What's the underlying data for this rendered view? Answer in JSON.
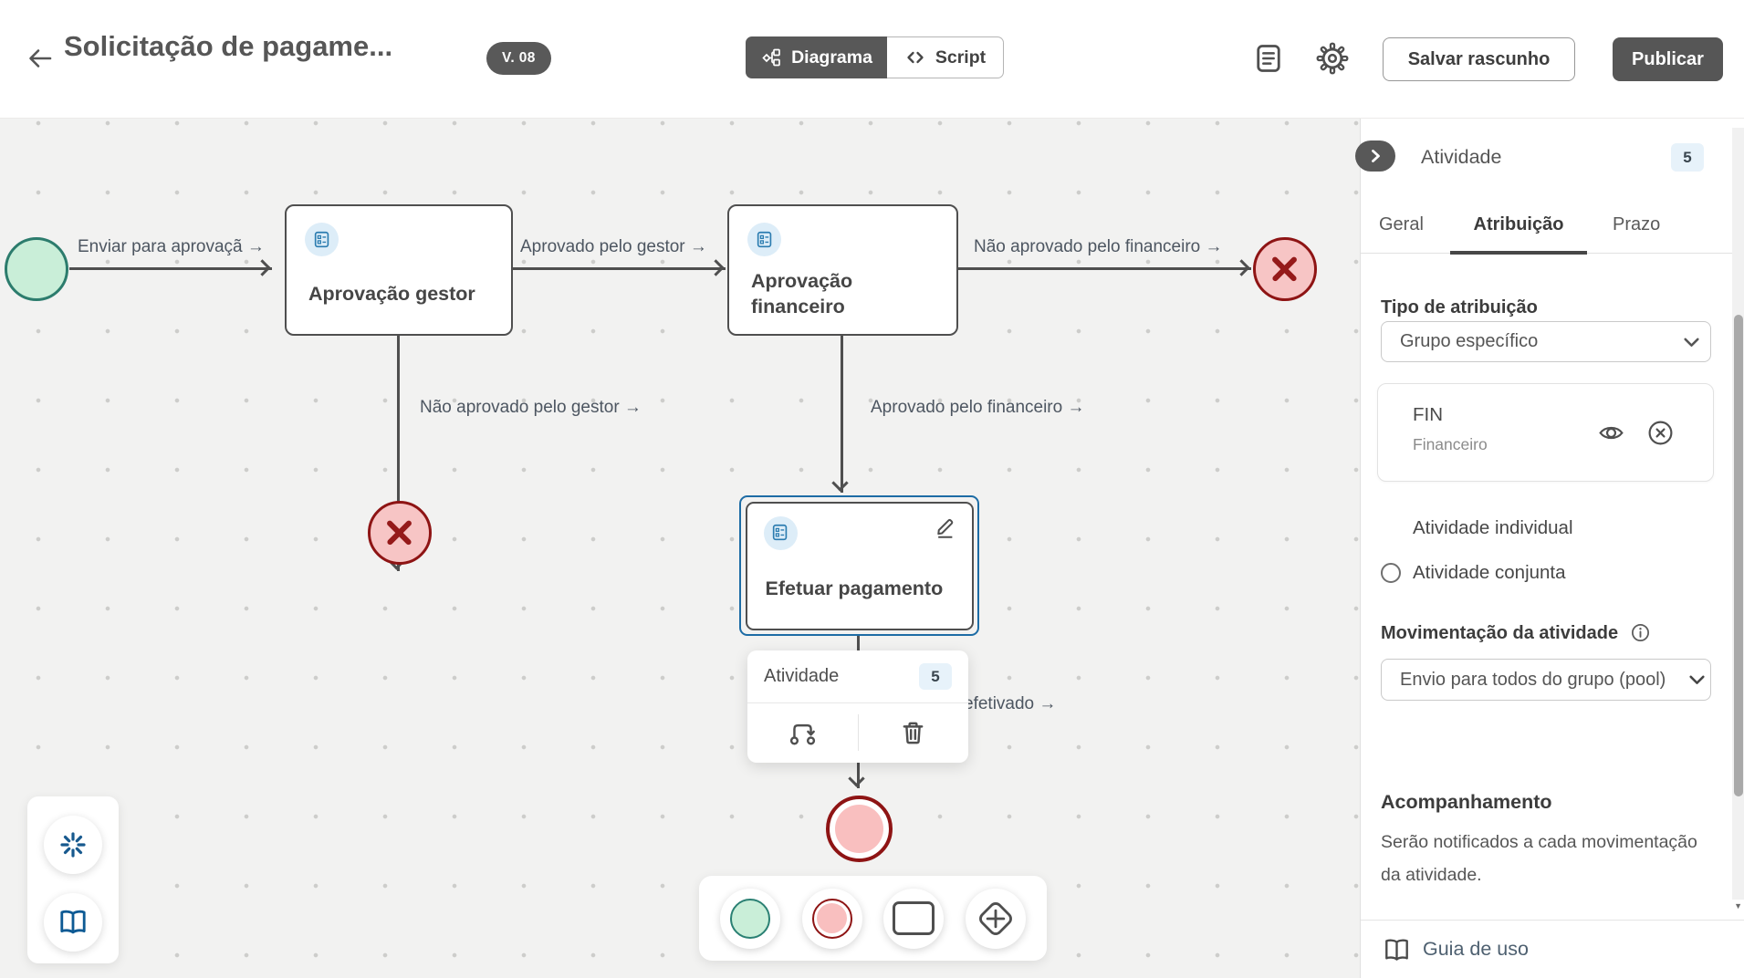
{
  "header": {
    "title": "Solicitação de pagame...",
    "version_badge": "V. 08",
    "diagram_tab": "Diagrama",
    "script_tab": "Script",
    "save_draft_button": "Salvar rascunho",
    "publish_button": "Publicar"
  },
  "canvas": {
    "edge_labels": {
      "send_for_approval": "Enviar para aprovaçã →",
      "approved_by_manager": "Aprovado pelo gestor →",
      "not_approved_by_finance": "Não aprovado pelo financeiro →",
      "not_approved_by_manager": "Não aprovado pelo gestor →",
      "approved_by_finance": "Aprovado pelo financeiro →",
      "payment_done": "efetivado →"
    },
    "nodes": {
      "manager_approval": "Aprovação gestor",
      "finance_approval": "Aprovação financeiro",
      "make_payment": "Efetuar pagamento"
    },
    "popup": {
      "title": "Atividade",
      "badge": "5"
    }
  },
  "sidebar": {
    "title": "Atividade",
    "badge": "5",
    "tabs": [
      {
        "label": "Geral"
      },
      {
        "label": "Atribuição"
      },
      {
        "label": "Prazo"
      }
    ],
    "assignment": {
      "type_label": "Tipo de atribuição",
      "type_value": "Grupo específico",
      "group_code": "FIN",
      "group_name": "Financeiro",
      "individual_option": "Atividade individual",
      "joint_option": "Atividade conjunta",
      "movement_label": "Movimentação da atividade",
      "movement_value": "Envio para todos do grupo (pool)"
    },
    "tracking": {
      "title": "Acompanhamento",
      "description": "Serão notificados a cada movimentação da atividade."
    },
    "guide_label": "Guia de uso"
  },
  "icons": {
    "back": "arrow-left",
    "diagram": "flow-diagram",
    "script": "code-brackets",
    "notes": "document-lines",
    "settings": "gear",
    "node_type": "checklist-form",
    "edit": "pencil",
    "move_activity": "route",
    "delete": "trash",
    "view": "eye",
    "remove": "x-circle",
    "info": "info-circle",
    "guide": "open-book",
    "loading": "spinner",
    "gateway": "diamond-plus",
    "collapse": "chevron-right",
    "dropdown": "chevron-down"
  },
  "colors": {
    "header_dark": "#585858",
    "selection_blue": "#1d6ca5",
    "node_icon_blue": "#2b7cb0",
    "start_fill": "#c9eed8",
    "start_border": "#2c7c6d",
    "end_fill": "#f8c5c5",
    "end_border": "#8e1414",
    "badge_bg": "#e7f2fa"
  }
}
